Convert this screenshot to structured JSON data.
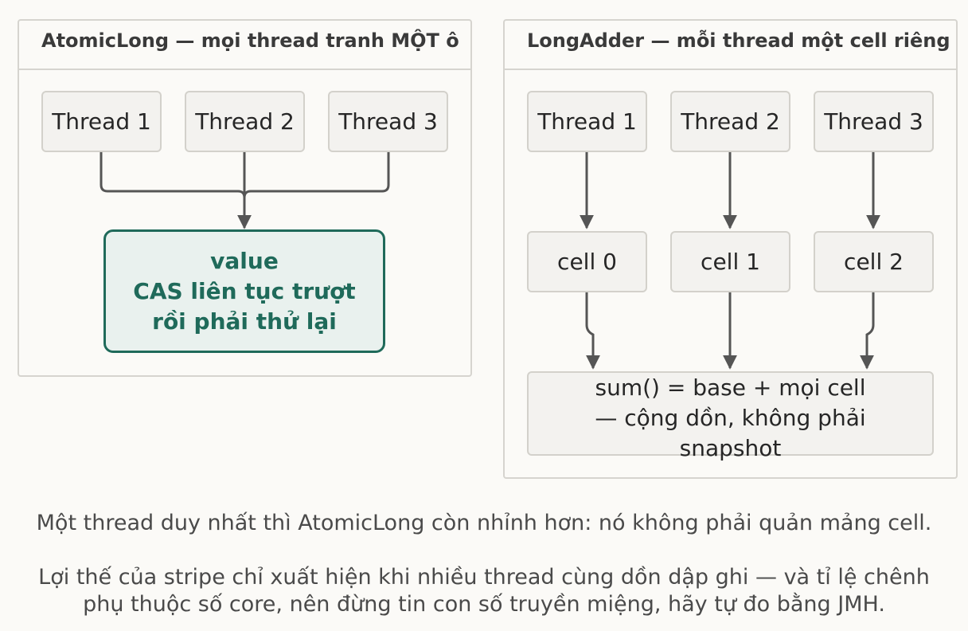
{
  "left_panel": {
    "title": "AtomicLong — mọi thread tranh MỘT ô",
    "threads": [
      "Thread 1",
      "Thread 2",
      "Thread 3"
    ],
    "value_node": {
      "lines": [
        "value",
        "CAS liên tục trượt",
        "rồi phải thử lại"
      ]
    }
  },
  "right_panel": {
    "title": "LongAdder — mỗi thread một cell riêng",
    "threads": [
      "Thread 1",
      "Thread 2",
      "Thread 3"
    ],
    "cells": [
      "cell 0",
      "cell 1",
      "cell 2"
    ],
    "sum_node": {
      "lines": [
        "sum() = base + mọi cell",
        "— cộng dồn, không phải",
        "snapshot"
      ]
    }
  },
  "caption": {
    "line1": "Một thread duy nhất thì AtomicLong còn nhỉnh hơn: nó không phải quản mảng cell.",
    "line2": "Lợi thế của stripe chỉ xuất hiện khi nhiều thread cùng dồn dập ghi — và tỉ lệ chênh phụ thuộc số core, nên đừng tin con số truyền miệng, hãy tự đo bằng JMH."
  },
  "colors": {
    "accent": "#1f6a5a",
    "node_fill": "#f3f2ef",
    "edge": "#555555"
  }
}
